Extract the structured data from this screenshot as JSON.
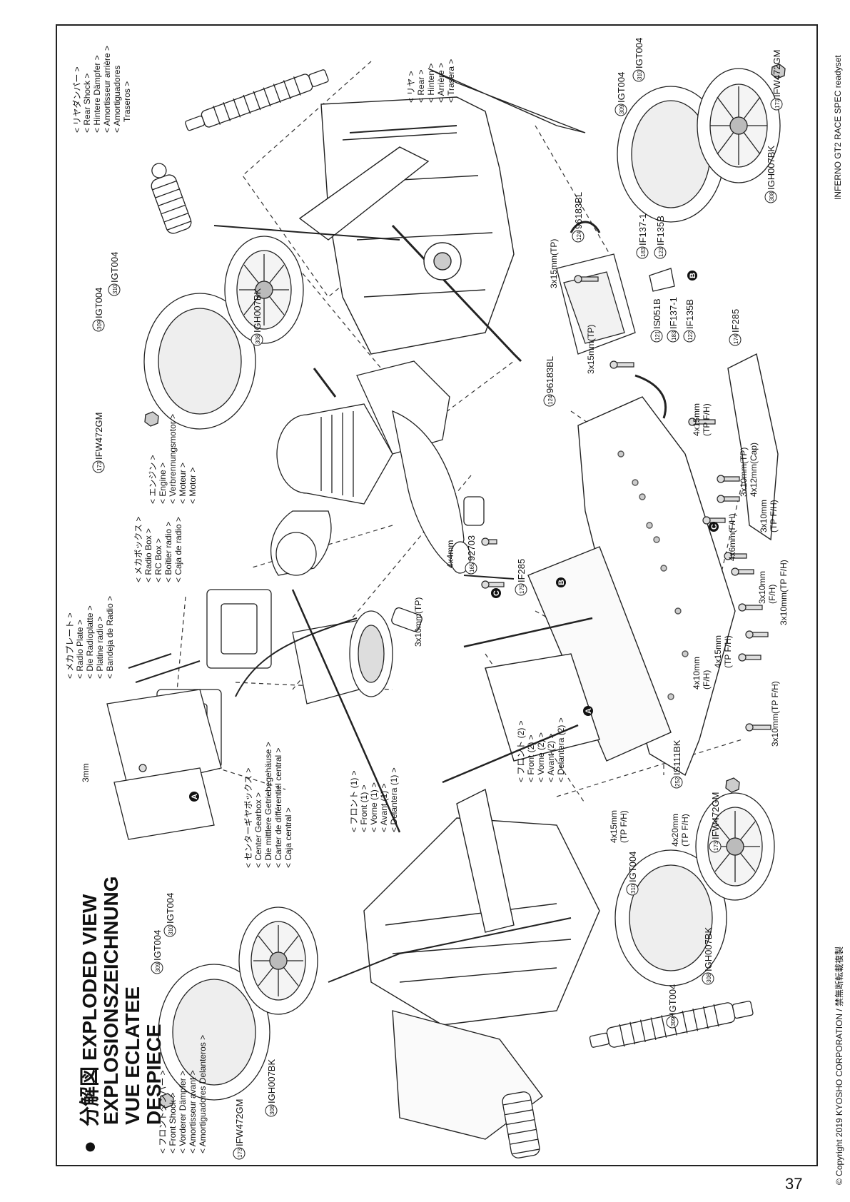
{
  "header": {
    "bullet": "●",
    "title_ja": "分解図",
    "title_lines": [
      "EXPLODED VIEW",
      "EXPLOSIONSZEICHNUNG",
      "VUE ECLATEE",
      "DESPIECE"
    ]
  },
  "sidebar": {
    "copyright": "© Copyright 2019 KYOSHO CORPORATION / 禁無断転載複製",
    "model": "INFERNO GT2 RACE SPEC readyset"
  },
  "page_number": "37",
  "group_labels": {
    "rear_shock": [
      "< リヤダンパー >",
      "< Rear Shock >",
      "< Hintere Dämpfer >",
      "< Amortisseur arrière >",
      "< Amortiguadores",
      "Traseros >"
    ],
    "rear": [
      "< リヤ >",
      "< Rear >",
      "< Hinten >",
      "< Arrière >",
      "< Trasera >"
    ],
    "engine": [
      "< エンジン >",
      "< Engine >",
      "< Verbrennungsmotor >",
      "< Moteur >",
      "< Motor >"
    ],
    "radio_box": [
      "< メカボックス >",
      "< Radio Box >",
      "< RC Box >",
      "< Boîtier radio >",
      "< Caja de radio >"
    ],
    "radio_plate": [
      "< メカプレート >",
      "< Radio Plate >",
      "< Die Radioplatte >",
      "< Platine radio >",
      "< Bandeja de Radio >"
    ],
    "center_gearbox": [
      "< センターギヤボックス >",
      "< Center Gearbox >",
      "< Die mittlere Getriebegehäuse >",
      "< Carter de différentiel central >",
      "< Caja central >"
    ],
    "front_1": [
      "< フロント (1) >",
      "< Front (1) >",
      "< Vorne (1) >",
      "< Avant (1) >",
      "< Delantera (1) >"
    ],
    "front_2": [
      "< フロント (2) >",
      "< Front (2) >",
      "< Vorne (2) >",
      "< Avant (2) >",
      "< Delantera (2) >"
    ],
    "front_shock": [
      "< フロントダンパー >",
      "< Front Shock >",
      "< Vorderer Dämpfer >",
      "< Amortisseur avant >",
      "< Amortiguadores Delanteros >"
    ]
  },
  "parts": {
    "p173": "IFW472GM",
    "p309": "IGT004",
    "p310": "IGT004",
    "p308": "IGH007BK",
    "p124": "96183BL",
    "p183": "IF137-1",
    "p123": "IF135B",
    "p121": "IS051B",
    "p122": "IF135B",
    "p174": "IF285",
    "p175": "IF285",
    "p165": "92703",
    "p252": "IS111BK"
  },
  "part_numbers": {
    "n173": "173",
    "n309": "309",
    "n310": "310",
    "n308": "308",
    "n124": "124",
    "n183": "183",
    "n123": "123",
    "n121": "121",
    "n122": "122",
    "n174": "174",
    "n175": "175",
    "n165": "165",
    "n252": "252"
  },
  "screws": {
    "s3x15tp": "3x15mm(TP)",
    "s4x15tpfh_a": "4x15mm",
    "s4x15tpfh_b": "(TP F/H)",
    "s3x10tp": "3x10mm(TP)",
    "s4x12cap": "4x12mm(Cap)",
    "s3x10tpfh_a": "3x10mm",
    "s3x10tpfh_b": "(TP F/H)",
    "s4x6fh": "4x6mm(F/H)",
    "s3x10fh_a": "3x10mm",
    "s3x10fh_b": "(F/H)",
    "s3x10mm_tpfh": "3x10mm(TP F/H)",
    "s4x10fh_a": "4x10mm",
    "s4x10fh_b": "(F/H)",
    "s4x20_a": "4x20mm",
    "s4x20_b": "(TP F/H)",
    "s4x4": "4x4mm",
    "s3mm": "3mm"
  },
  "markers": {
    "A": "A",
    "B": "B",
    "C": "C"
  }
}
